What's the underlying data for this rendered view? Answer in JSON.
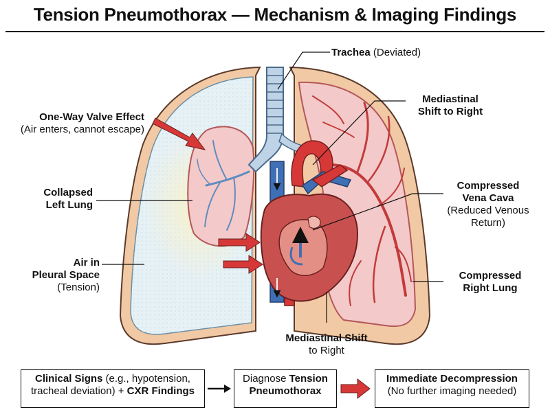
{
  "title": "Tension Pneumothorax — Mechanism & Imaging Findings",
  "labels": {
    "trachea": {
      "name": "Trachea",
      "note": "(Deviated)"
    },
    "valve": {
      "name": "One-Way Valve Effect",
      "note": "(Air enters, cannot escape)"
    },
    "collapsed": {
      "line1": "Collapsed",
      "line2": "Left Lung"
    },
    "air": {
      "line1": "Air in",
      "line2": "Pleural Space",
      "note": "(Tension)"
    },
    "shift_top": {
      "line1": "Mediastinal",
      "line2": "Shift to Right"
    },
    "vena": {
      "line1": "Compressed",
      "line2": "Vena Cava",
      "note1": "(Reduced Venous",
      "note2": "Return)"
    },
    "right_lung": {
      "line1": "Compressed",
      "line2": "Right Lung"
    },
    "shift_bottom": {
      "name": "Mediastinal Shift",
      "note": "to Right"
    }
  },
  "flow": {
    "box1": {
      "bold1": "Clinical Signs",
      "text1": " (e.g., hypotension,",
      "text2": "tracheal deviation) + ",
      "bold2": "CXR Findings"
    },
    "box2": {
      "text1": "Diagnose ",
      "bold1": "Tension",
      "bold2": "Pneumothorax"
    },
    "box3": {
      "bold": "Immediate Decompression",
      "text": "(No further imaging needed)"
    }
  },
  "colors": {
    "pleural_air": "#e6f1f6",
    "lung": "#f3c9c9",
    "lung_edge": "#b4575a",
    "artery": "#d63838",
    "vein": "#3f6fb4",
    "heart": "#c85150",
    "arrow": "#d63838",
    "chest_wall": "#f1c9a4"
  }
}
